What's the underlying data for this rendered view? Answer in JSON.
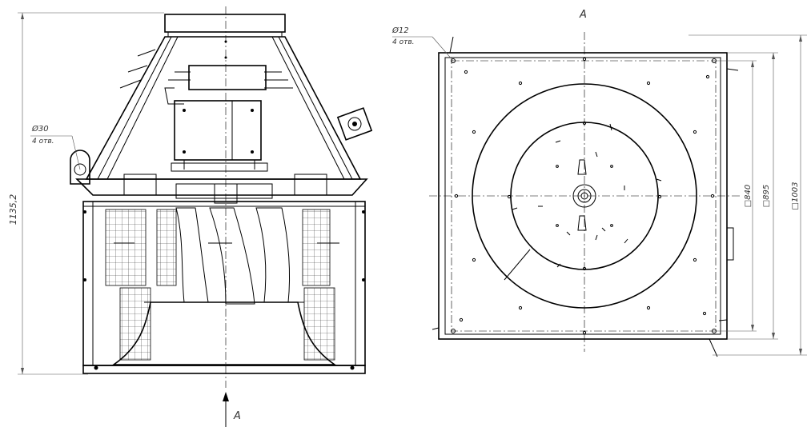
{
  "drawing": {
    "view_label_top": "A",
    "view_label_arrow": "A",
    "side_view": {
      "height_dim": "1135,2",
      "hole_dia": "Ø30",
      "hole_count": "4 отв."
    },
    "plan_view": {
      "hole_dia": "Ø12",
      "hole_count": "4 отв.",
      "dim_inner": "□840",
      "dim_mid": "□895",
      "dim_outer": "□1003"
    }
  }
}
